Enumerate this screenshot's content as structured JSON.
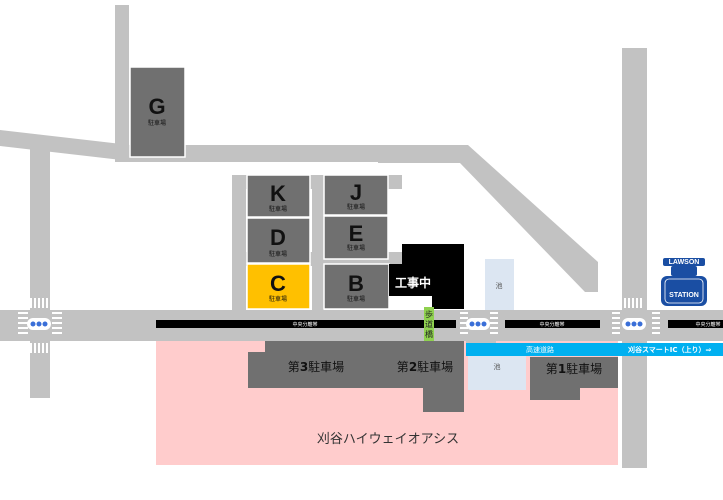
{
  "lots": {
    "G": {
      "letter": "G",
      "sub": "駐車場"
    },
    "K": {
      "letter": "K",
      "sub": "駐車場"
    },
    "J": {
      "letter": "J",
      "sub": "駐車場"
    },
    "D": {
      "letter": "D",
      "sub": "駐車場"
    },
    "E": {
      "letter": "E",
      "sub": "駐車場"
    },
    "C": {
      "letter": "C",
      "sub": "駐車場"
    },
    "B": {
      "letter": "B",
      "sub": "駐車場"
    }
  },
  "construction_label": "工事中",
  "walkway_label": [
    "歩",
    "道",
    "橋"
  ],
  "pond_label": "池",
  "median_label": "中央分離帯",
  "highway_label": "高速道路",
  "ic_label": "刈谷スマートIC（上り）⇒",
  "parking_3": {
    "num": "3",
    "prefix": "第",
    "suffix": "駐車場"
  },
  "parking_2": {
    "num": "2",
    "prefix": "第",
    "suffix": "駐車場"
  },
  "parking_1": {
    "num": "1",
    "prefix": "第",
    "suffix": "駐車場"
  },
  "oasis_label": "刈谷ハイウェイオアシス",
  "lawson": {
    "line1": "LAWSON",
    "line2": "STATION"
  },
  "colors": {
    "road": "#c2c2c2",
    "lot": "#707070",
    "lot_highlight": "#ffc000",
    "construction": "#000000",
    "walkway": "#8fd14f",
    "highway": "#00b0f0",
    "pond": "#dce6f2",
    "oasis": "#ffcccc",
    "lawson": "#1a4ea3"
  }
}
